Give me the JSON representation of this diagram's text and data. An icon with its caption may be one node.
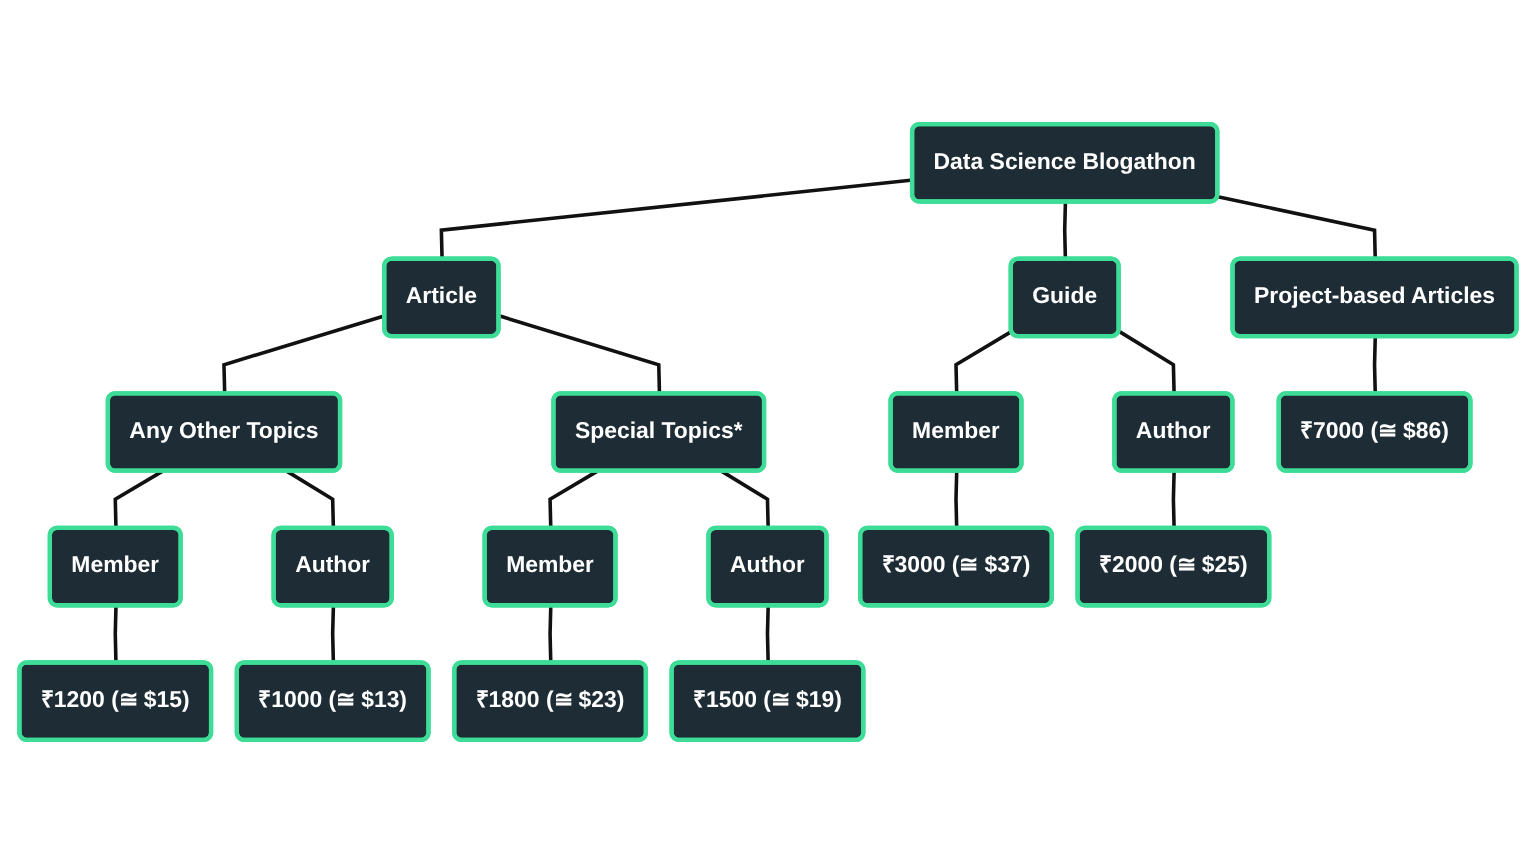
{
  "diagram": {
    "nodes": [
      {
        "text": [
          "Data Science Blogathon"
        ]
      },
      {
        "text": [
          "Article"
        ]
      },
      {
        "text": [
          "Guide"
        ]
      },
      {
        "text": [
          "Project-based Articles"
        ]
      },
      {
        "text": [
          "Any Other Topics"
        ]
      },
      {
        "text": [
          "Special Topics*"
        ]
      },
      {
        "text": [
          "Member"
        ]
      },
      {
        "text": [
          "Author"
        ]
      },
      {
        "text": [
          "₹7000 (≅ $86)"
        ]
      },
      {
        "text": [
          "Member"
        ]
      },
      {
        "text": [
          "Author"
        ]
      },
      {
        "text": [
          "Member"
        ]
      },
      {
        "text": [
          "Author"
        ]
      },
      {
        "text": [
          "₹3000 (≅ $37)"
        ]
      },
      {
        "text": [
          "₹2000 (≅ $25)"
        ]
      },
      {
        "text": [
          "₹1200 (≅ $15)"
        ]
      },
      {
        "text": [
          "₹1000 (≅ $13)"
        ]
      },
      {
        "text": [
          "₹1800 (≅ $23)"
        ]
      },
      {
        "text": [
          "₹1500 (≅ $19)"
        ]
      }
    ],
    "edges": [
      {
        "from": 0,
        "to": 1,
        "arrow": "none"
      },
      {
        "from": 0,
        "to": 2,
        "arrow": "none"
      },
      {
        "from": 0,
        "to": 3,
        "arrow": "none"
      },
      {
        "from": 1,
        "to": 4,
        "arrow": "none"
      },
      {
        "from": 1,
        "to": 5,
        "arrow": "none"
      },
      {
        "from": 2,
        "to": 6,
        "arrow": "none"
      },
      {
        "from": 2,
        "to": 7,
        "arrow": "none"
      },
      {
        "from": 3,
        "to": 8,
        "arrow": "none"
      },
      {
        "from": 4,
        "to": 9,
        "arrow": "none"
      },
      {
        "from": 4,
        "to": 10,
        "arrow": "none"
      },
      {
        "from": 5,
        "to": 11,
        "arrow": "none"
      },
      {
        "from": 5,
        "to": 12,
        "arrow": "none"
      },
      {
        "from": 6,
        "to": 13,
        "arrow": "none"
      },
      {
        "from": 7,
        "to": 14,
        "arrow": "none"
      },
      {
        "from": 9,
        "to": 15,
        "arrow": "none"
      },
      {
        "from": 10,
        "to": 16,
        "arrow": "none"
      },
      {
        "from": 11,
        "to": 17,
        "arrow": "none"
      },
      {
        "from": 12,
        "to": 18,
        "arrow": "none"
      }
    ]
  }
}
